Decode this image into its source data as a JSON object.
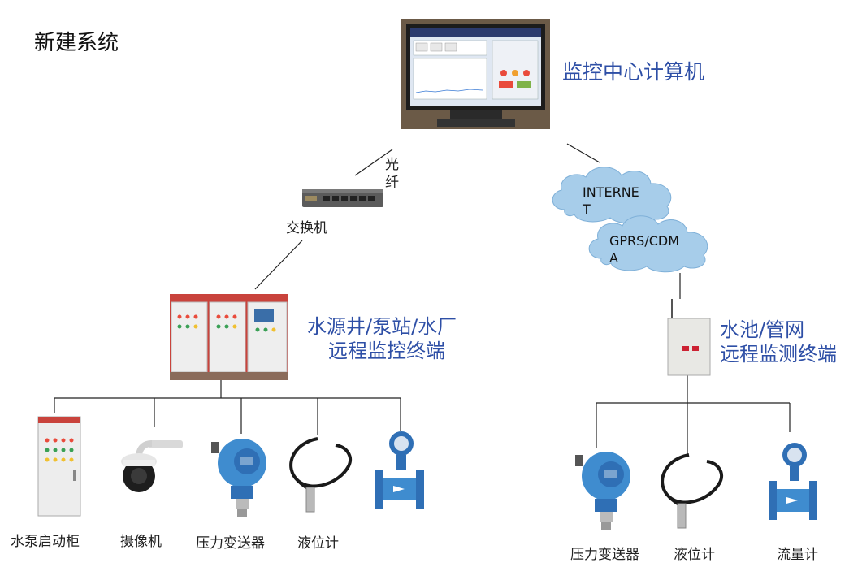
{
  "title": "新建系统",
  "monitor_center": {
    "label": "监控中心计算机"
  },
  "fiber": {
    "line1": "光",
    "line2": "纤"
  },
  "switch": {
    "label": "交换机"
  },
  "internet": {
    "line1": "INTERNE",
    "line2": "T"
  },
  "gprs": {
    "line1": "GPRS/CDM",
    "line2": "A"
  },
  "well_terminal": {
    "line1": "水源井/泵站/水厂",
    "line2": "远程监控终端"
  },
  "pool_terminal": {
    "line1": "水池/管网",
    "line2": "远程监测终端"
  },
  "left_devices": [
    {
      "label": "水泵启动柜",
      "icon": "pump-cabinet-icon"
    },
    {
      "label": "摄像机",
      "icon": "dome-camera-icon"
    },
    {
      "label": "压力变送器",
      "icon": "pressure-transmitter-icon"
    },
    {
      "label": "液位计",
      "icon": "level-gauge-icon"
    },
    {
      "label": "",
      "icon": "flow-meter-icon"
    }
  ],
  "right_devices": [
    {
      "label": "压力变送器",
      "icon": "pressure-transmitter-icon"
    },
    {
      "label": "液位计",
      "icon": "level-gauge-icon"
    },
    {
      "label": "流量计",
      "icon": "flow-meter-icon"
    }
  ],
  "colors": {
    "accent": "#2e4fa6",
    "cloud": "#a7cdea",
    "device_blue": "#2f6fb5",
    "line": "#222222"
  }
}
